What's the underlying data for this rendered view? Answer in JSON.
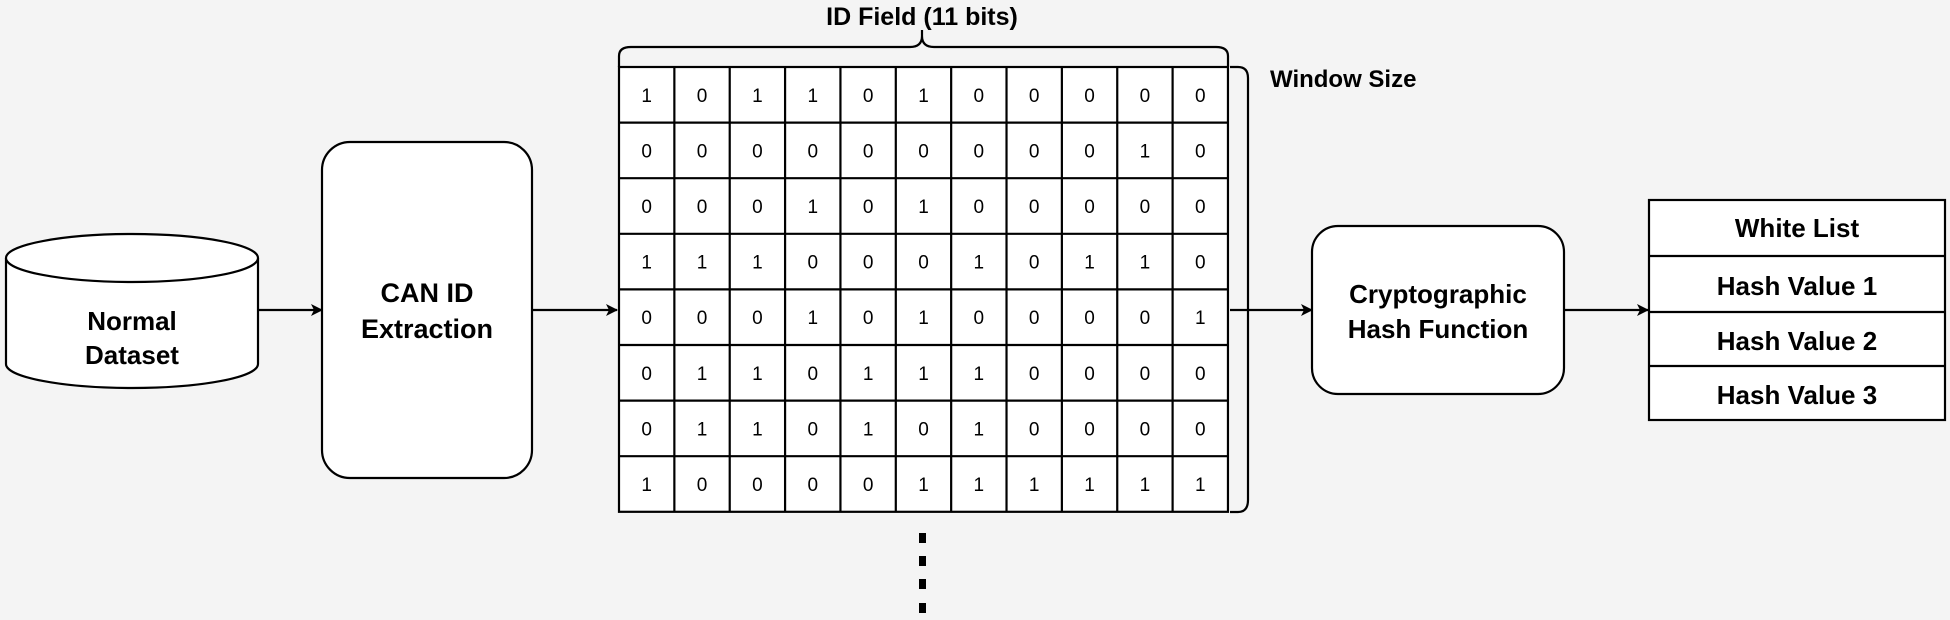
{
  "nodes": {
    "dataset": {
      "line1": "Normal",
      "line2": "Dataset"
    },
    "extraction": {
      "line1": "CAN ID",
      "line2": "Extraction"
    },
    "hash_function": {
      "line1": "Cryptographic",
      "line2": "Hash Function"
    }
  },
  "id_field_label": "ID Field (11 bits)",
  "window_size_label": "Window Size",
  "bit_matrix": [
    [
      1,
      0,
      1,
      1,
      0,
      1,
      0,
      0,
      0,
      0,
      0
    ],
    [
      0,
      0,
      0,
      0,
      0,
      0,
      0,
      0,
      0,
      1,
      0
    ],
    [
      0,
      0,
      0,
      1,
      0,
      1,
      0,
      0,
      0,
      0,
      0
    ],
    [
      1,
      1,
      1,
      0,
      0,
      0,
      1,
      0,
      1,
      1,
      0
    ],
    [
      0,
      0,
      0,
      1,
      0,
      1,
      0,
      0,
      0,
      0,
      1
    ],
    [
      0,
      1,
      1,
      0,
      1,
      1,
      1,
      0,
      0,
      0,
      0
    ],
    [
      0,
      1,
      1,
      0,
      1,
      0,
      1,
      0,
      0,
      0,
      0
    ],
    [
      1,
      0,
      0,
      0,
      0,
      1,
      1,
      1,
      1,
      1,
      1
    ]
  ],
  "white_list": {
    "title": "White List",
    "items": [
      "Hash Value 1",
      "Hash Value 2",
      "Hash Value 3"
    ]
  },
  "colors": {
    "stroke": "#000000",
    "fill": "#ffffff",
    "background": "#f4f4f4"
  }
}
